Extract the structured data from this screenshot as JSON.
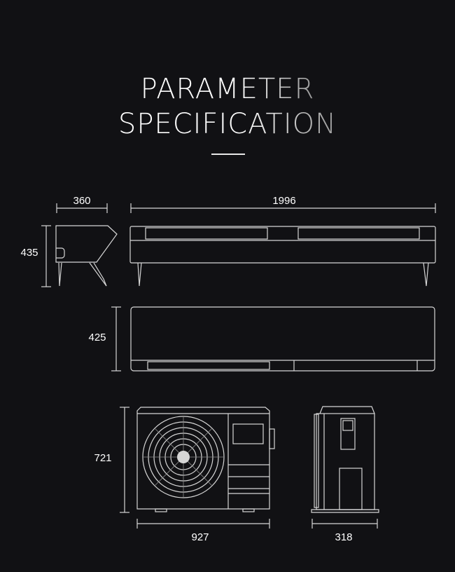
{
  "title": {
    "line1": "PARAMETER",
    "line2": "SPECIFICATION"
  },
  "colors": {
    "background": "#111114",
    "line": "#d8d8d8",
    "text": "#ffffff"
  },
  "dimensions": {
    "indoor_side_width": "360",
    "indoor_front_width": "1996",
    "indoor_height": "435",
    "indoor_top_depth": "425",
    "outdoor_height": "721",
    "outdoor_width": "927",
    "outdoor_depth": "318"
  }
}
